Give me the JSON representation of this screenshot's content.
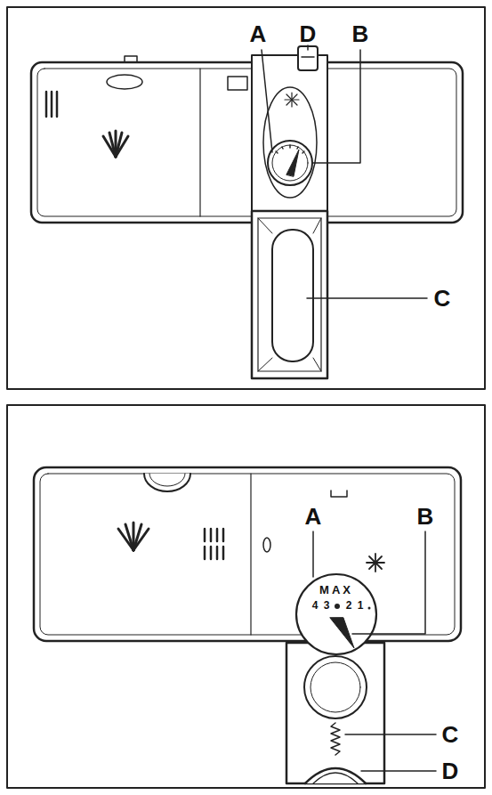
{
  "diagram": {
    "labels": [
      "A",
      "D",
      "B",
      "C",
      "A",
      "B",
      "C",
      "D",
      "MAX",
      "4",
      "3",
      "2",
      "1"
    ]
  }
}
